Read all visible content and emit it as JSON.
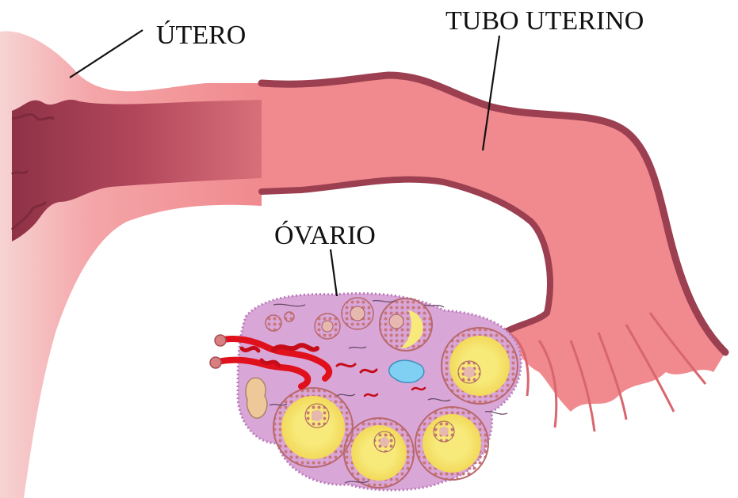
{
  "labels": {
    "uterus": "ÚTERO",
    "tube": "TUBO UTERINO",
    "ovary": "ÓVARIO"
  },
  "colors": {
    "tissue_light": "#f6b3b3",
    "tissue_mid": "#f08a8e",
    "tissue_dark": "#9c3f50",
    "ovary_body": "#d9a6d8",
    "ovary_border": "#b97bb8",
    "follicle_yellow": "#f7ea7a",
    "follicle_cells": "#c47a7a",
    "vessel_red": "#e0101c",
    "cyst_blue": "#7fd0f2",
    "corpus_tan": "#efc89a"
  }
}
